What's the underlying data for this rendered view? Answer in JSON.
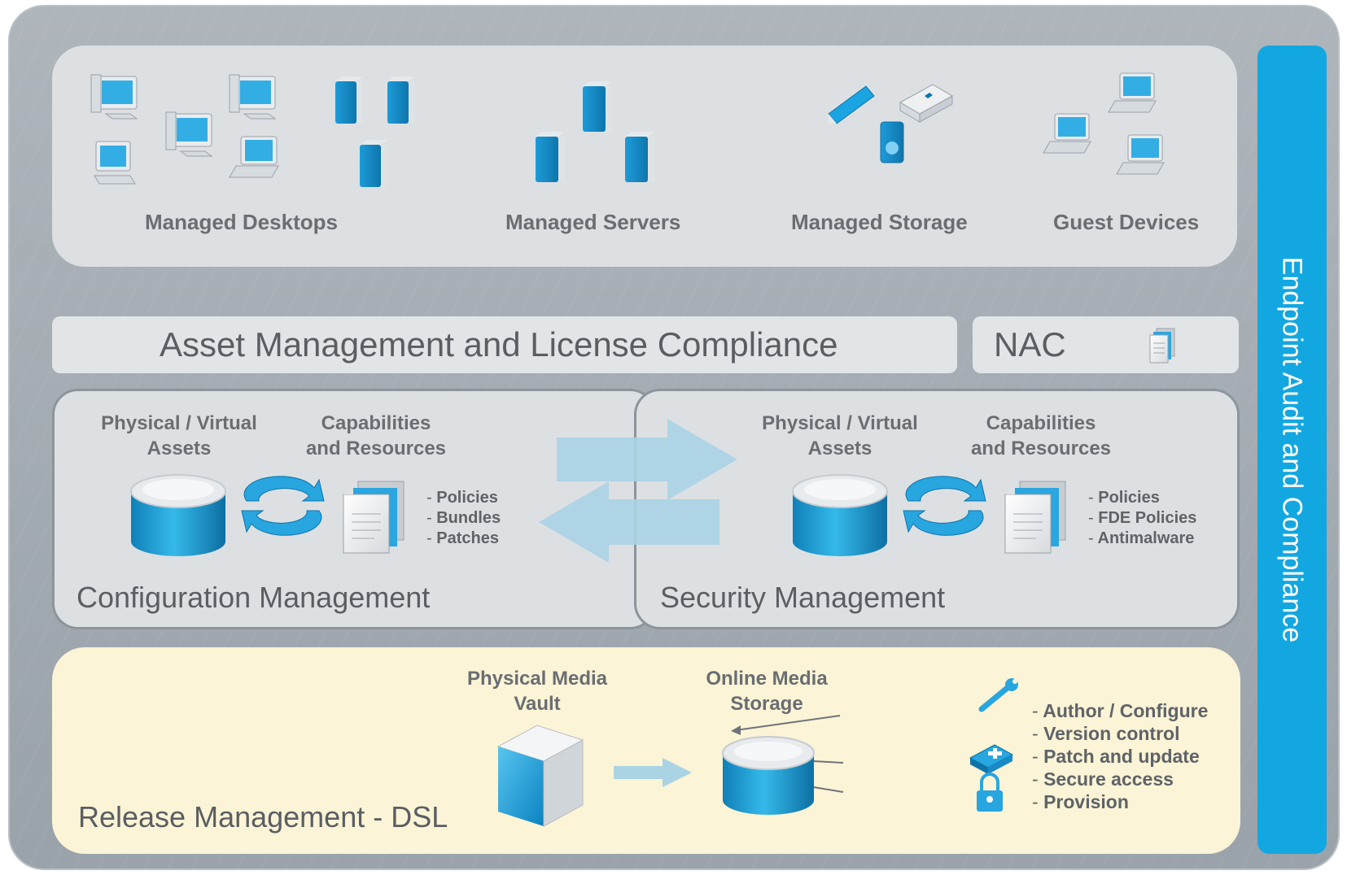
{
  "devices": {
    "desktops_label": "Managed Desktops",
    "servers_label": "Managed Servers",
    "storage_label": "Managed Storage",
    "guest_label": "Guest Devices"
  },
  "asset_bar": {
    "title": "Asset Management and License Compliance"
  },
  "nac_bar": {
    "title": "NAC"
  },
  "config": {
    "title": "Configuration Management",
    "col1_line1": "Physical / Virtual",
    "col1_line2": "Assets",
    "col2_line1": "Capabilities",
    "col2_line2": "and Resources",
    "items": [
      "Policies",
      "Bundles",
      "Patches"
    ]
  },
  "security": {
    "title": "Security Management",
    "col1_line1": "Physical / Virtual",
    "col1_line2": "Assets",
    "col2_line1": "Capabilities",
    "col2_line2": "and Resources",
    "items": [
      "Policies",
      "FDE Policies",
      "Antimalware"
    ]
  },
  "release": {
    "title": "Release Management - DSL",
    "vault_line1": "Physical Media",
    "vault_line2": "Vault",
    "online_line1": "Online Media",
    "online_line2": "Storage",
    "items": [
      "Author / Configure",
      "Version control",
      "Patch and update",
      "Secure access",
      "Provision"
    ]
  },
  "side_bar": {
    "title": "Endpoint Audit and Compliance"
  },
  "list_dash": "-",
  "colors": {
    "accent": "#12a7e1",
    "panel": "#dde0e3",
    "release_bg": "#fbf4d6",
    "arrow": "#aad3e4"
  }
}
